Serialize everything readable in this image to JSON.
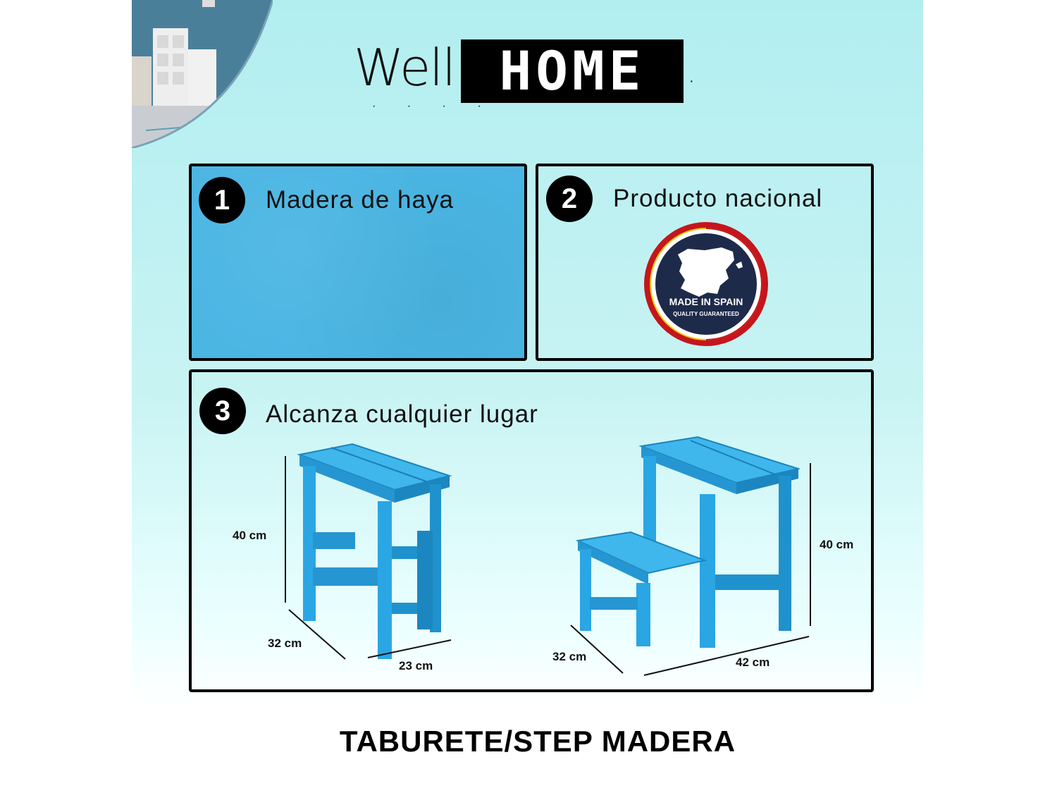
{
  "brand": {
    "logo_well": "Well",
    "logo_home": "HOME"
  },
  "features": [
    {
      "number": "1",
      "title": "Madera de haya"
    },
    {
      "number": "2",
      "title": "Producto nacional"
    },
    {
      "number": "3",
      "title": "Alcanza cualquier lugar"
    }
  ],
  "seal": {
    "line1": "MADE IN SPAIN",
    "line2": "QUALITY GUARANTEED"
  },
  "dimensions": {
    "stool_closed": {
      "height": "40 cm",
      "depth": "32 cm",
      "width": "23 cm"
    },
    "stool_open": {
      "height": "40 cm",
      "depth": "32 cm",
      "width": "42 cm"
    }
  },
  "product_title": "TABURETE/STEP MADERA",
  "colors": {
    "stool_blue": "#2aa6e4",
    "panel_blue": "#4ab5e3",
    "background": "#b2eef0"
  }
}
